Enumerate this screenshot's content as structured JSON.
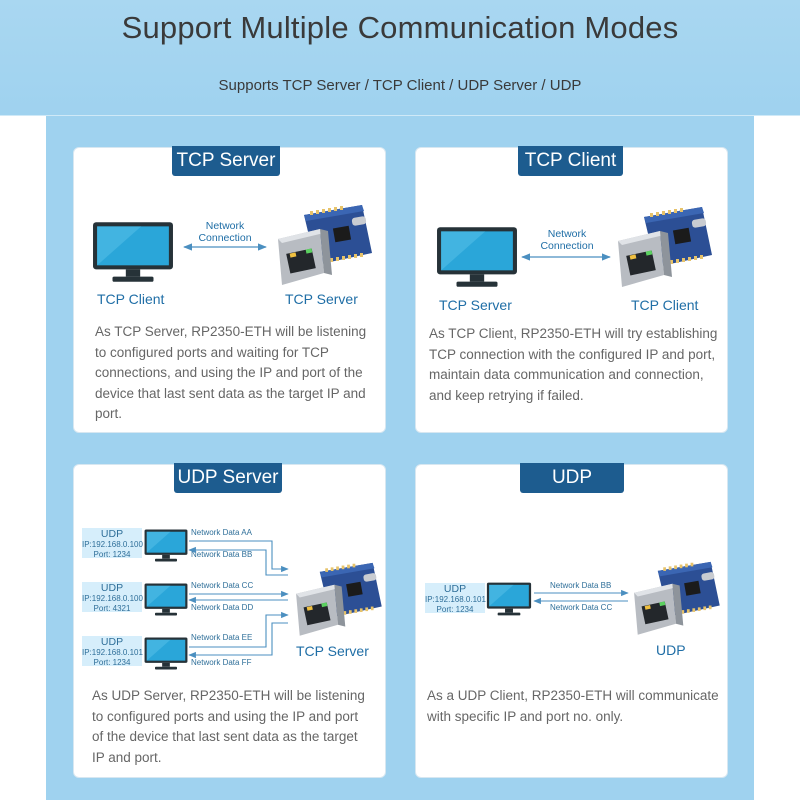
{
  "header": {
    "title": "Support Multiple Communication Modes",
    "subtitle": "Supports TCP Server / TCP Client / UDP Server / UDP"
  },
  "colors": {
    "badge": "#1d5c8f",
    "accent": "#1f6ea6",
    "background": "#9fd2ef"
  },
  "tcp_server": {
    "badge": "TCP Server",
    "link_label": "Network\nConnection",
    "left_label": "TCP Client",
    "right_label": "TCP Server",
    "description": "As TCP Server, RP2350-ETH will be listening to configured ports and waiting for TCP connections, and using the IP and port of the device that last sent data as the target IP and port."
  },
  "tcp_client": {
    "badge": "TCP Client",
    "link_label": "Network\nConnection",
    "left_label": "TCP Server",
    "right_label": "TCP Client",
    "description": "As TCP Client, RP2350-ETH will try establishing TCP connection with the configured IP and port, maintain data communication and connection, and keep retrying if failed."
  },
  "udp_server": {
    "badge": "UDP Server",
    "device_label": "TCP Server",
    "clients": [
      {
        "name": "UDP",
        "ip": "IP:192.168.0.100",
        "port": "Port:  1234",
        "out": "Network Data AA",
        "in": "Network Data BB"
      },
      {
        "name": "UDP",
        "ip": "IP:192.168.0.100",
        "port": "Port:  4321",
        "out": "Network Data CC",
        "in": "Network Data DD"
      },
      {
        "name": "UDP",
        "ip": "IP:192.168.0.101",
        "port": "Port:  1234",
        "out": "Network Data EE",
        "in": "Network Data FF"
      }
    ],
    "description": "As UDP Server, RP2350-ETH will be listening to configured ports and using the IP and port of the device that last sent data as the target IP and port."
  },
  "udp": {
    "badge": "UDP",
    "device_label": "UDP",
    "client": {
      "name": "UDP",
      "ip": "IP:192.168.0.101",
      "port": "Port:  1234"
    },
    "out": "Network Data BB",
    "in": "Network Data CC",
    "description": "As a UDP Client, RP2350-ETH will communicate with specific IP and port no. only."
  }
}
